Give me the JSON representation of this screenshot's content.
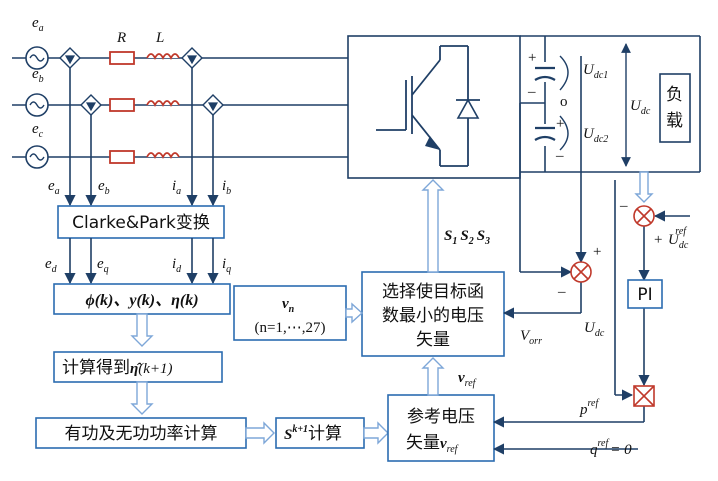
{
  "sources": {
    "phases": [
      {
        "name": "e",
        "sub": "a"
      },
      {
        "name": "e",
        "sub": "b"
      },
      {
        "name": "e",
        "sub": "c"
      }
    ],
    "resistor": "R",
    "inductor": "L"
  },
  "signals": {
    "meas": [
      {
        "name": "e",
        "sub": "a"
      },
      {
        "name": "e",
        "sub": "b"
      },
      {
        "name": "i",
        "sub": "a"
      },
      {
        "name": "i",
        "sub": "b"
      }
    ],
    "dq": [
      {
        "name": "e",
        "sub": "d"
      },
      {
        "name": "e",
        "sub": "q"
      },
      {
        "name": "i",
        "sub": "d"
      },
      {
        "name": "i",
        "sub": "q"
      }
    ]
  },
  "blocks": {
    "clarke": "Clarke&Park变换",
    "flux": "ϕ(k)、y(k)、η(k)",
    "predict_prefix": "计算得到",
    "predict_eta": "η̂",
    "predict_suffix": "(k+1)",
    "power": "有功及无功功率计算",
    "sk_sup": "k+1",
    "sk_text": "计算",
    "ref_line1": "参考电压",
    "ref_line2": "矢量",
    "ref_v": "v",
    "ref_sub": "ref",
    "select_line1": "选择使目标函",
    "select_line2": "数最小的电压",
    "select_line3": "矢量",
    "vn_name": "v",
    "vn_sub": "n",
    "vn_range": "(n=1,⋯,27)",
    "pi": "PI",
    "load_1": "负",
    "load_2": "载"
  },
  "labels": {
    "s_switch": "S",
    "s_subs": [
      "1",
      "2",
      "3"
    ],
    "udc1": "U",
    "udc1_sub": "dc1",
    "udc2": "U",
    "udc2_sub": "dc2",
    "udc": "U",
    "udc_sub": "dc",
    "mid_point": "o",
    "vorr": "V",
    "vorr_sub": "orr",
    "vref": "v",
    "vref_sub": "ref",
    "udc_ref": "U",
    "udc_ref_sub": "dc",
    "udc_ref_sup": "ref",
    "udc_fb": "U",
    "udc_fb_sub": "dc",
    "pref": "p",
    "pref_sup": "ref",
    "qref": "q",
    "qref_sup": "ref",
    "qref_val": "= 0",
    "plus": "+",
    "minus": "–"
  }
}
